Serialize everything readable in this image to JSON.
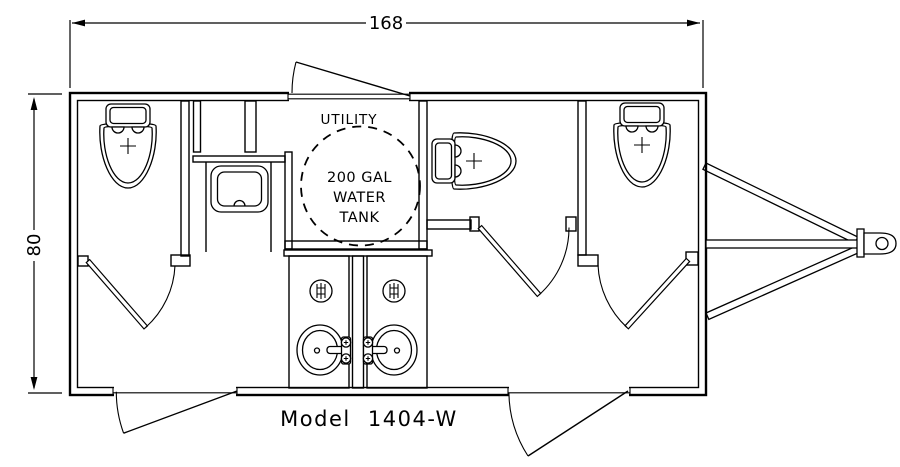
{
  "drawing": {
    "title": "Model 1404-W",
    "dimensions": {
      "length": "168",
      "height": "80"
    },
    "utility": {
      "room_label": "UTILITY",
      "tank_line1": "200 GAL",
      "tank_line2": "WATER",
      "tank_line3": "TANK"
    },
    "colors": {
      "line": "#000000",
      "background": "#ffffff"
    }
  }
}
